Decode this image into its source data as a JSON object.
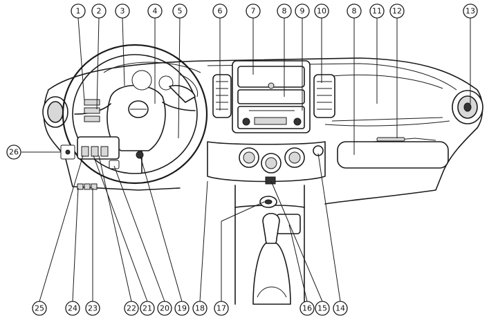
{
  "callouts": [
    {
      "id": "1",
      "label": "1"
    },
    {
      "id": "2",
      "label": "2"
    },
    {
      "id": "3",
      "label": "3"
    },
    {
      "id": "4",
      "label": "4"
    },
    {
      "id": "5",
      "label": "5"
    },
    {
      "id": "6",
      "label": "6"
    },
    {
      "id": "7",
      "label": "7"
    },
    {
      "id": "8a",
      "label": "8"
    },
    {
      "id": "9",
      "label": "9"
    },
    {
      "id": "10",
      "label": "10"
    },
    {
      "id": "8b",
      "label": "8"
    },
    {
      "id": "11",
      "label": "11"
    },
    {
      "id": "12",
      "label": "12"
    },
    {
      "id": "13",
      "label": "13"
    },
    {
      "id": "26",
      "label": "26"
    },
    {
      "id": "25",
      "label": "25"
    },
    {
      "id": "24",
      "label": "24"
    },
    {
      "id": "23",
      "label": "23"
    },
    {
      "id": "22",
      "label": "22"
    },
    {
      "id": "21",
      "label": "21"
    },
    {
      "id": "20",
      "label": "20"
    },
    {
      "id": "19",
      "label": "19"
    },
    {
      "id": "18",
      "label": "18"
    },
    {
      "id": "17",
      "label": "17"
    },
    {
      "id": "16",
      "label": "16"
    },
    {
      "id": "15",
      "label": "15"
    },
    {
      "id": "14",
      "label": "14"
    }
  ]
}
